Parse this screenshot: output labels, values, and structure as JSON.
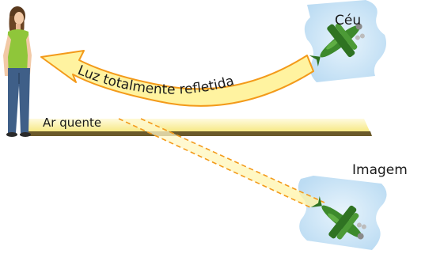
{
  "labels": {
    "sky": "Céu",
    "image": "Imagem",
    "hot_air": "Ar quente",
    "reflected_light": "Luz totalmente refletida"
  },
  "colors": {
    "arrow_fill": "#fff3a0",
    "arrow_stroke": "#f39a1a",
    "sky_blob": "#cfe6f7",
    "ground_top": "#fff6b8",
    "ground_dark": "#6b5a2a",
    "plane": "#3d8a2c",
    "dashed_ray": "#f39a1a"
  },
  "icons": {
    "person": "person-icon",
    "plane_real": "airplane-icon",
    "plane_image": "airplane-inverted-icon"
  }
}
